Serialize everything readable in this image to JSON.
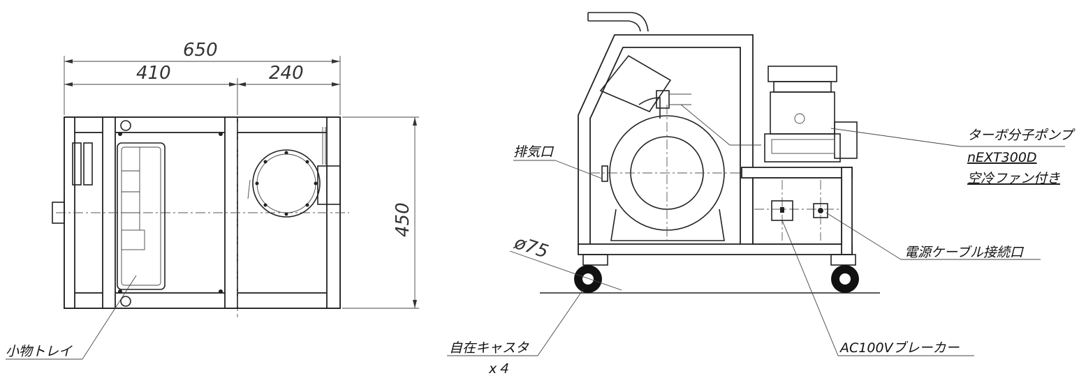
{
  "dimensions": {
    "overall_width": "650",
    "left_section": "410",
    "right_section": "240",
    "depth": "450",
    "caster_diameter": "ø75"
  },
  "labels": {
    "tray": "小物トレイ",
    "exhaust_port": "排気口",
    "turbo_pump_line1": "ターボ分子ポンプ",
    "turbo_pump_model": "nEXT300D",
    "turbo_pump_line3": "空冷ファン付き",
    "power_inlet": "電源ケーブル接続口",
    "casters": "自在キャスタ",
    "casters_qty": "x４",
    "breaker": "AC100Vブレーカー"
  }
}
